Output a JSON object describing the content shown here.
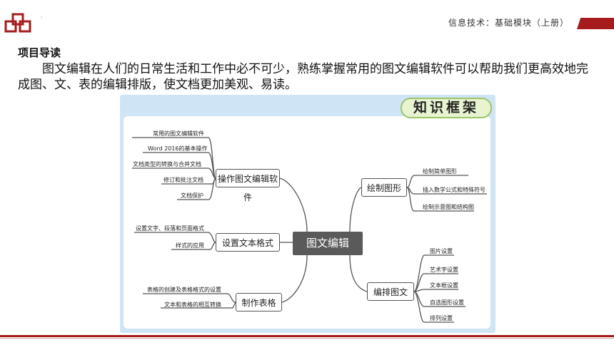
{
  "header": {
    "subject": "信息技术：基础模块（上册）",
    "dot": "·"
  },
  "section": {
    "title": "项目导读",
    "intro": "图文编辑在人们的日常生活和工作中必不可少，熟练掌握常用的图文编辑软件可以帮助我们更高效地完成图、文、表的编辑排版，使文档更加美观、易读。"
  },
  "mindmap": {
    "banner": "知识框架",
    "center": "图文编辑",
    "branches": {
      "operate": {
        "label": "操作图文编辑软件",
        "leaves": [
          "常用的图文编辑软件",
          "Word 2016的基本操作",
          "文档类型的转换与合并文档",
          "修订和批注文档",
          "文档保护"
        ]
      },
      "format": {
        "label": "设置文本格式",
        "leaves": [
          "设置文字、段落和页面格式",
          "样式的应用"
        ]
      },
      "table": {
        "label": "制作表格",
        "leaves": [
          "表格的创建及表格格式的设置",
          "文本和表格的相互转换"
        ]
      },
      "draw": {
        "label": "绘制图形",
        "leaves": [
          "绘制简单图形",
          "插入数学公式和特殊符号",
          "绘制示意图和结构图"
        ]
      },
      "layout": {
        "label": "编排图文",
        "leaves": [
          "图片设置",
          "艺术字设置",
          "文本框设置",
          "自选图形设置",
          "排列设置"
        ]
      }
    }
  },
  "colors": {
    "accent": "#a61c1c",
    "panel": "#cfe4f4",
    "center_node": "#5a5a5a"
  }
}
